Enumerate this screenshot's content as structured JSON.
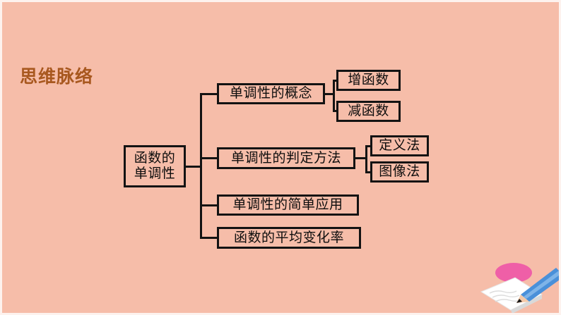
{
  "slide": {
    "background_color": "#f6bda9",
    "border_color": "#fdf2ee"
  },
  "section": {
    "title": "思维脉络",
    "title_color": "#a8581f"
  },
  "mindmap": {
    "line_color": "#131313",
    "box_border_color": "#131313",
    "box_fill_color": "#f6bda9",
    "root": {
      "label": "函数的\n单调性"
    },
    "branches": [
      {
        "label": "单调性的概念",
        "children": [
          {
            "label": "增函数"
          },
          {
            "label": "减函数"
          }
        ]
      },
      {
        "label": "单调性的判定方法",
        "children": [
          {
            "label": "定义法"
          },
          {
            "label": "图像法"
          }
        ]
      },
      {
        "label": "单调性的简单应用",
        "children": []
      },
      {
        "label": "函数的平均变化率",
        "children": []
      }
    ]
  },
  "decoration": {
    "name": "paper-and-pencil-illustration",
    "ellipse_color": "#ef5fa7",
    "paper_color": "#ffffff",
    "pencil_color": "#4a90d9",
    "pencil_tip_color": "#f5c9a8"
  }
}
